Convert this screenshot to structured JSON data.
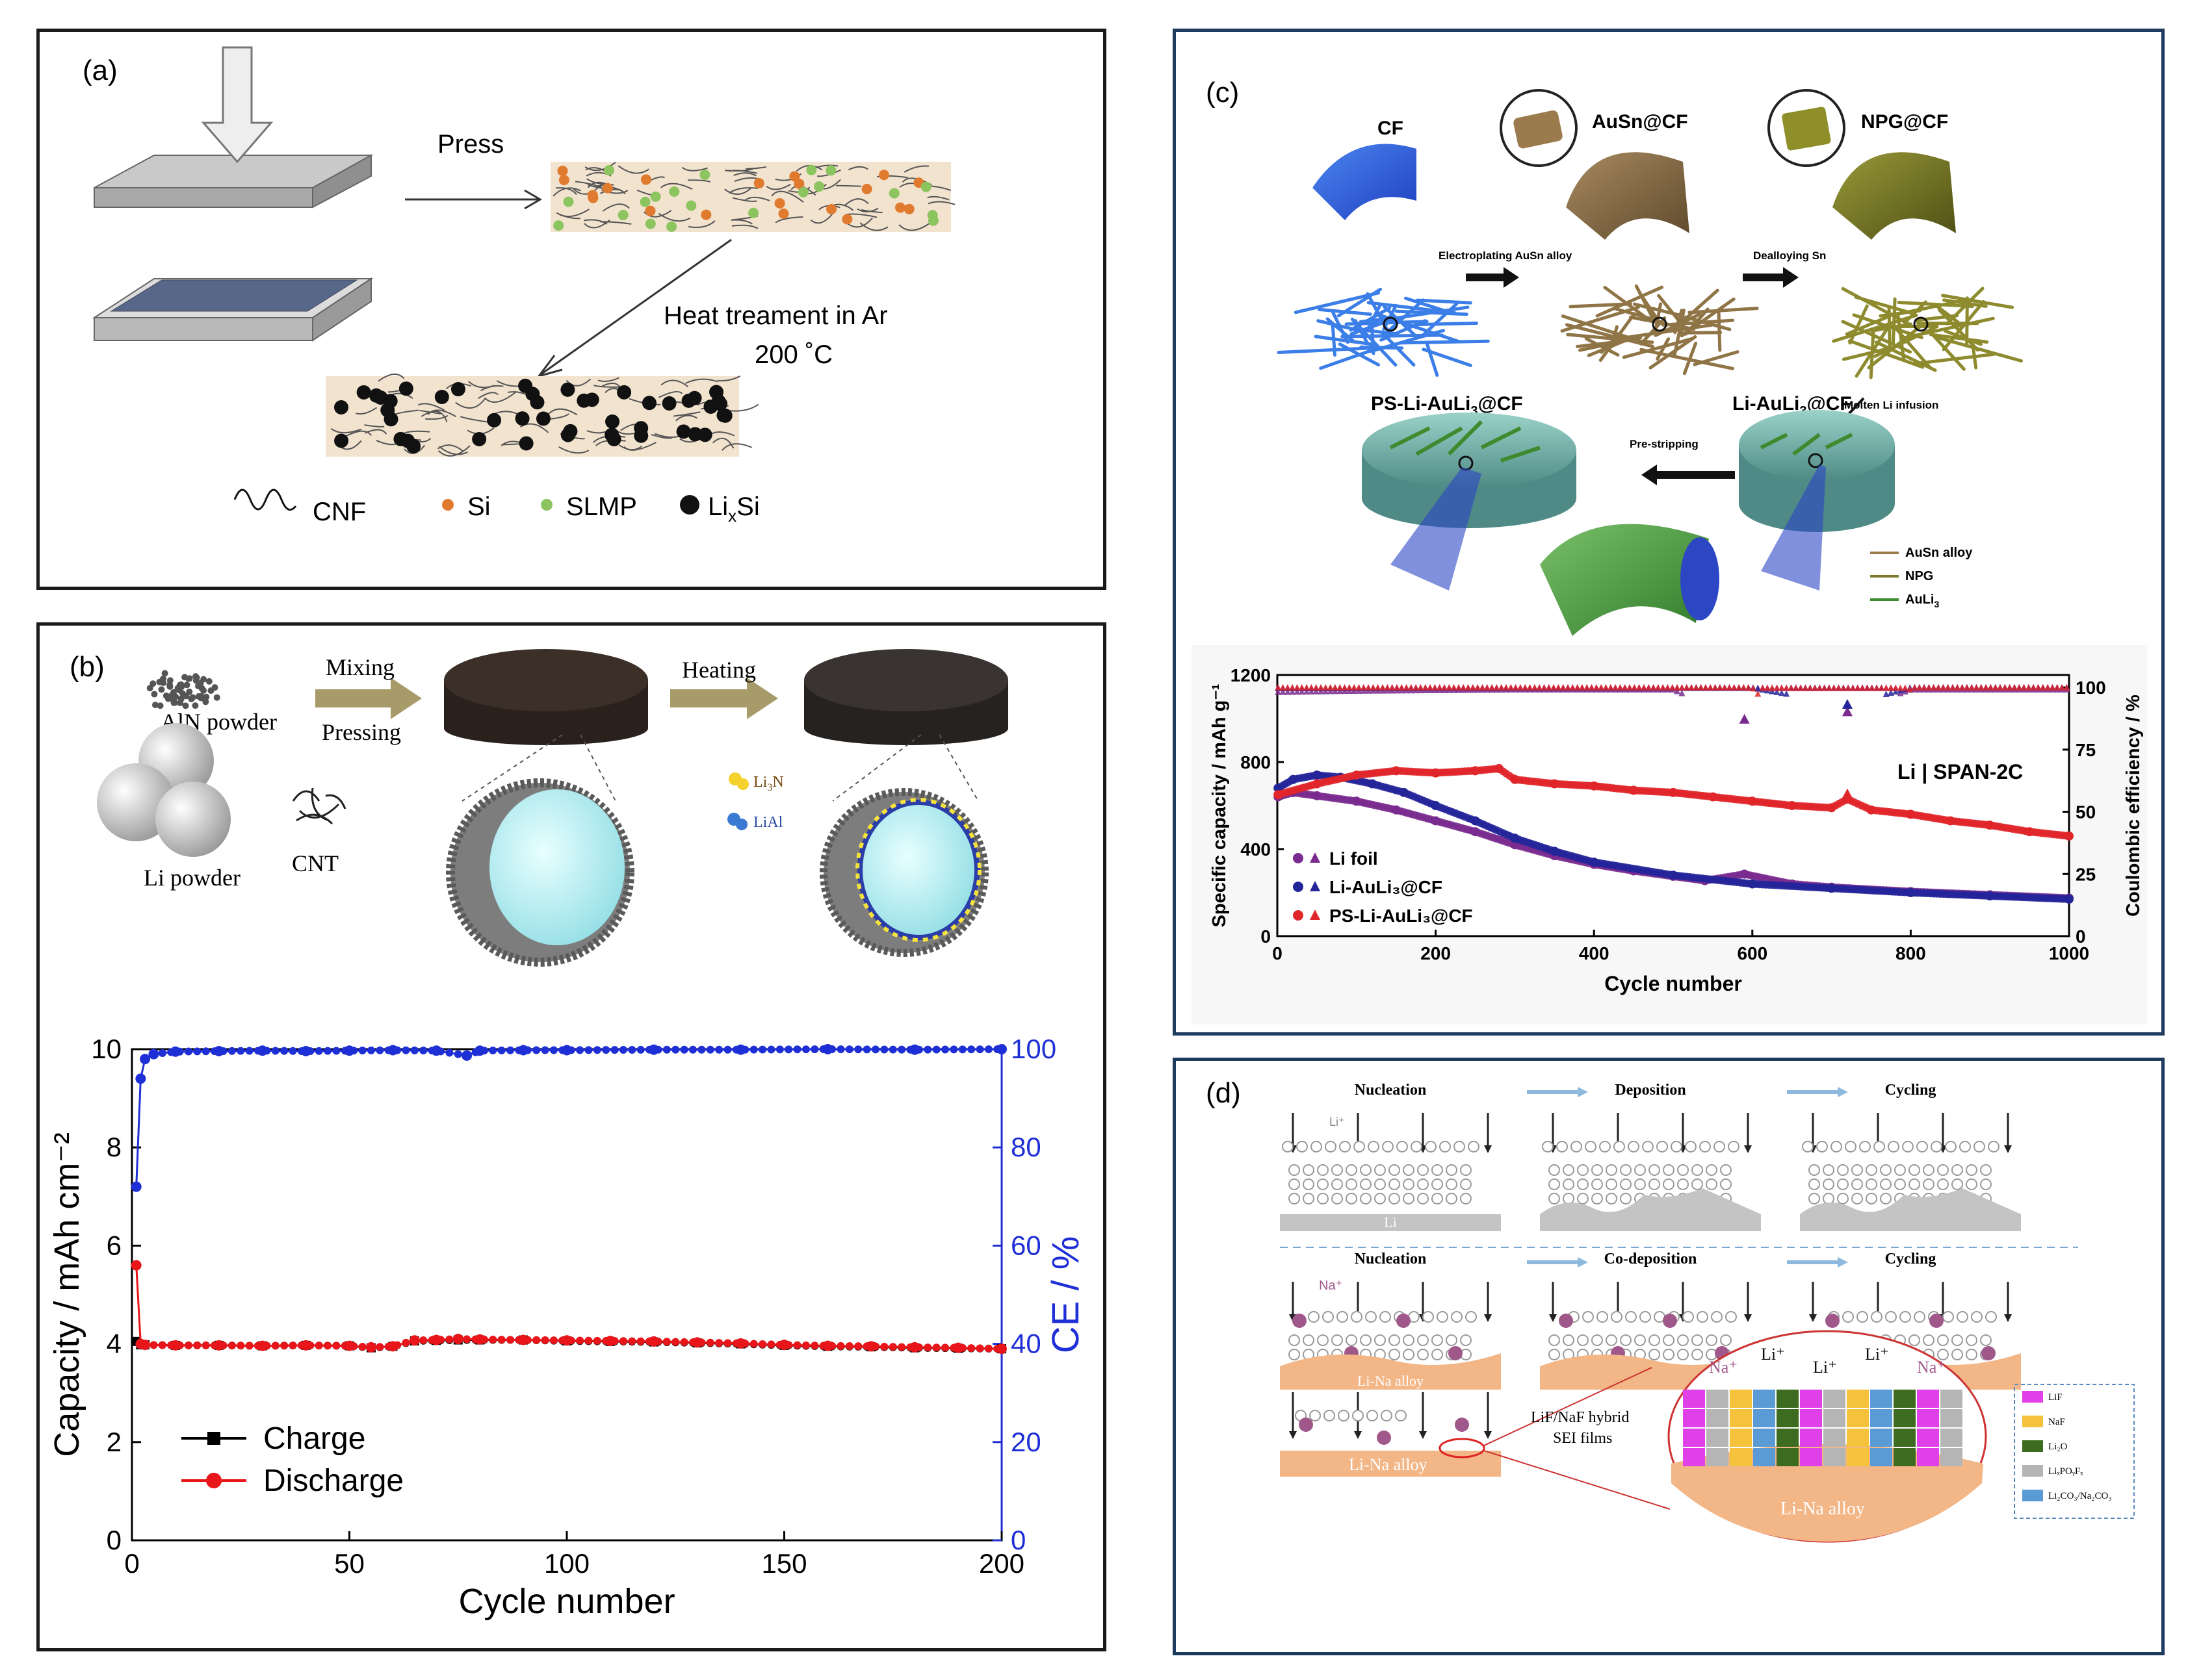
{
  "panels": {
    "a": {
      "tag": "(a)",
      "press": "Press",
      "heat_line1": "Heat treament in Ar",
      "heat_line2": "200 ˚C",
      "legend": {
        "cnf": "CNF",
        "si": "Si",
        "slmp": "SLMP",
        "lixsi_main": "Li",
        "lixsi_sub": "x",
        "lixsi_tail": "Si"
      },
      "colors": {
        "si": "#e07a2e",
        "slmp": "#8cc460",
        "lixsi": "#111111",
        "strip": "#f2e3cf"
      }
    },
    "b": {
      "tag": "(b)",
      "aln": "AlN powder",
      "li": "Li powder",
      "cnt": "CNT",
      "mixing": "Mixing",
      "pressing": "Pressing",
      "heating": "Heating",
      "li3n_main": "Li",
      "li3n_sub": "3",
      "li3n_tail": "N",
      "lial": "LiAl"
    },
    "c": {
      "tag": "(c)",
      "cf": "CF",
      "ausn": "AuSn@CF",
      "npg": "NPG@CF",
      "electroplating": "Electroplating AuSn alloy",
      "dealloying": "Dealloying Sn",
      "ps_main": "PS-Li-AuLi",
      "ps_sub": "3",
      "ps_tail": "@CF",
      "li_main": "Li-AuLi",
      "li_sub": "3",
      "li_tail": "@CF",
      "molten": "Molten Li infusion",
      "prestripping": "Pre-stripping",
      "legend": {
        "ausn": "AuSn alloy",
        "npg": "NPG",
        "auli_main": "AuLi",
        "auli_sub": "3"
      },
      "colors": {
        "ausn": "#9b7b4e",
        "npg": "#7d7a2e",
        "auli": "#3f8a2e"
      }
    },
    "d": {
      "tag": "(d)",
      "row1": [
        "Nucleation",
        "Deposition",
        "Cycling"
      ],
      "row2": [
        "Nucleation",
        "Co-deposition",
        "Cycling"
      ],
      "li_ion": "Li⁺",
      "na_ion": "Na⁺",
      "li_base": "Li",
      "lina_base": "Li-Na alloy",
      "sei_line1": "LiF/NaF hybrid",
      "sei_line2": "SEI films",
      "legend": [
        "LiF",
        "NaF",
        "Li₂O",
        "LiₓPOᵧFₓ",
        "Li₂CO₃/Na₂CO₃"
      ],
      "legend_colors": [
        "#e040e8",
        "#f5c23c",
        "#3d6b1f",
        "#b5b5b5",
        "#5a9bd5"
      ]
    }
  },
  "chart_data": [
    {
      "id": "b",
      "type": "line",
      "xlabel": "Cycle number",
      "ylabel": "Capacity / mAh cm⁻²",
      "y2label": "CE / %",
      "xlim": [
        0,
        200
      ],
      "ylim": [
        0,
        10
      ],
      "y2lim": [
        0,
        100
      ],
      "xticks": [
        0,
        50,
        100,
        150,
        200
      ],
      "yticks": [
        0,
        2,
        4,
        6,
        8,
        10
      ],
      "y2ticks": [
        0,
        20,
        40,
        60,
        80,
        100
      ],
      "legend_position": "bottom-left",
      "series": [
        {
          "name": "Charge",
          "axis": "left",
          "color": "#000000",
          "marker": "square",
          "x": [
            1,
            2,
            3,
            10,
            20,
            30,
            40,
            50,
            55,
            60,
            65,
            70,
            75,
            80,
            90,
            100,
            110,
            120,
            130,
            140,
            150,
            160,
            170,
            180,
            190,
            200
          ],
          "y": [
            4.05,
            3.98,
            3.98,
            3.97,
            3.97,
            3.96,
            3.97,
            3.96,
            3.92,
            3.95,
            4.06,
            4.07,
            4.08,
            4.08,
            4.08,
            4.06,
            4.05,
            4.04,
            4.02,
            4.0,
            3.97,
            3.95,
            3.94,
            3.92,
            3.91,
            3.9
          ]
        },
        {
          "name": "Discharge",
          "axis": "left",
          "color": "#e8161a",
          "marker": "circle",
          "x": [
            1,
            2,
            3,
            10,
            20,
            30,
            40,
            50,
            55,
            60,
            65,
            70,
            75,
            80,
            90,
            100,
            110,
            120,
            130,
            140,
            150,
            160,
            170,
            180,
            190,
            200
          ],
          "y": [
            5.6,
            4.0,
            3.98,
            3.97,
            3.97,
            3.96,
            3.97,
            3.96,
            3.93,
            3.95,
            4.07,
            4.08,
            4.1,
            4.09,
            4.08,
            4.07,
            4.06,
            4.05,
            4.03,
            4.01,
            3.98,
            3.96,
            3.95,
            3.93,
            3.92,
            3.9
          ]
        },
        {
          "name": "CE",
          "axis": "right",
          "color": "#1f2fd6",
          "marker": "circle",
          "x": [
            1,
            2,
            3,
            5,
            10,
            20,
            30,
            40,
            50,
            60,
            70,
            77,
            80,
            90,
            100,
            120,
            140,
            160,
            180,
            200
          ],
          "y": [
            72,
            94,
            98,
            99,
            99.5,
            99.6,
            99.7,
            99.6,
            99.7,
            99.8,
            99.7,
            98.7,
            99.7,
            99.8,
            99.8,
            99.9,
            99.9,
            100,
            99.9,
            100
          ]
        }
      ]
    },
    {
      "id": "c",
      "type": "scatter",
      "xlabel": "Cycle number",
      "ylabel": "Specific capacity / mAh g⁻¹",
      "y2label": "Coulombic efficiency / %",
      "annotation": "Li | SPAN-2C",
      "xlim": [
        0,
        1000
      ],
      "ylim": [
        0,
        1200
      ],
      "y2lim": [
        0,
        105
      ],
      "xticks": [
        0,
        200,
        400,
        600,
        800,
        1000
      ],
      "yticks": [
        0,
        400,
        800,
        1200
      ],
      "y2ticks": [
        0,
        25,
        50,
        75,
        100
      ],
      "legend_position": "bottom-left",
      "series": [
        {
          "name": "Li foil",
          "color": "#7a2b8f",
          "x": [
            1,
            20,
            50,
            100,
            150,
            200,
            250,
            300,
            350,
            400,
            450,
            500,
            540,
            590,
            650,
            700,
            800,
            900,
            1000
          ],
          "y": [
            640,
            660,
            645,
            620,
            580,
            530,
            480,
            420,
            370,
            330,
            300,
            275,
            255,
            285,
            240,
            225,
            205,
            190,
            175
          ],
          "ce_x": [
            1,
            100,
            300,
            500,
            590,
            720,
            800,
            1000
          ],
          "ce_y": [
            98,
            98.5,
            99,
            99,
            87,
            90,
            99,
            99
          ]
        },
        {
          "name": "Li-AuLi₃@CF",
          "color": "#25259a",
          "x": [
            1,
            20,
            50,
            80,
            120,
            160,
            200,
            250,
            300,
            350,
            400,
            500,
            600,
            700,
            800,
            900,
            1000
          ],
          "y": [
            680,
            720,
            740,
            730,
            700,
            660,
            600,
            530,
            450,
            390,
            340,
            280,
            240,
            220,
            200,
            185,
            170
          ],
          "ce_x": [
            1,
            200,
            400,
            600,
            720,
            800,
            1000
          ],
          "ce_y": [
            99.5,
            99.6,
            99.6,
            99.7,
            93,
            99.8,
            99.8
          ]
        },
        {
          "name": "PS-Li-AuLi₃@CF",
          "color": "#e0262a",
          "x": [
            1,
            50,
            100,
            150,
            200,
            250,
            280,
            300,
            350,
            400,
            450,
            500,
            550,
            600,
            650,
            700,
            720,
            750,
            800,
            850,
            900,
            950,
            1000
          ],
          "y": [
            650,
            700,
            740,
            760,
            750,
            760,
            770,
            720,
            700,
            690,
            670,
            660,
            640,
            620,
            600,
            590,
            630,
            580,
            560,
            530,
            510,
            480,
            460
          ],
          "ce_x": [
            1,
            200,
            400,
            600,
            720,
            800,
            1000
          ],
          "ce_y": [
            99.8,
            99.8,
            99.8,
            99.8,
            57,
            99.8,
            99.8
          ]
        }
      ]
    }
  ]
}
